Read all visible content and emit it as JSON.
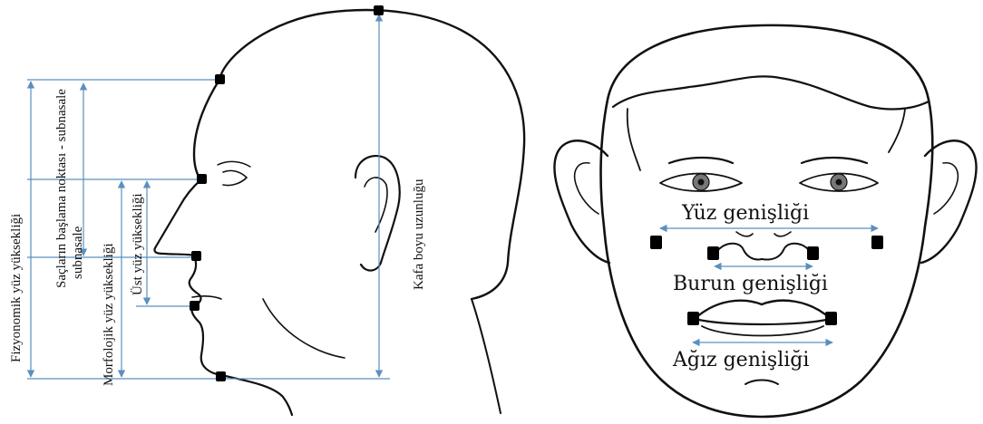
{
  "profile": {
    "labels": {
      "physiognomic_face_height": "Fizyonomik yüz yüksekliği",
      "hairline_subnasale": "Saçların başlama noktası - subnasale",
      "morphologic_face_height": "Morfolojik yüz yüksekliği",
      "upper_face_height": "Üst yüz yüksekliği",
      "head_length": "Kafa boyu uzunluğu"
    }
  },
  "front": {
    "labels": {
      "face_width": "Yüz genişliği",
      "nose_width": "Burun genişliği",
      "mouth_width": "Ağız genişliği"
    }
  },
  "colors": {
    "measure_line": "#5b8fbf",
    "sketch": "#111111",
    "landmark": "#000000"
  }
}
